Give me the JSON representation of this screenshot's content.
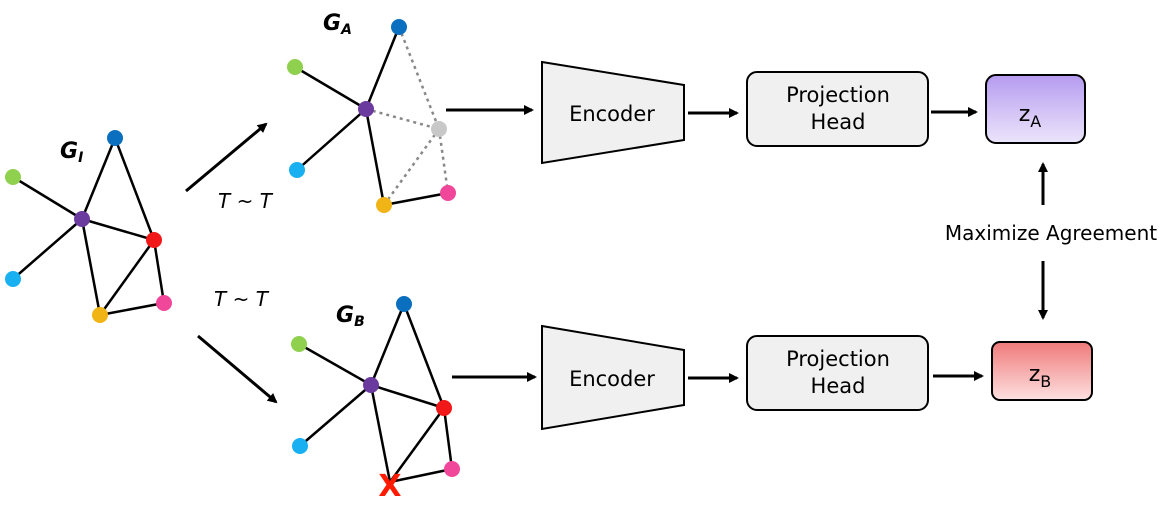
{
  "graphs": {
    "input": {
      "main": "G",
      "sub": "I"
    },
    "view_a": {
      "main": "G",
      "sub": "A"
    },
    "view_b": {
      "main": "G",
      "sub": "B"
    }
  },
  "augmentation_label": "T ~ T",
  "encoder_label": "Encoder",
  "projection_head": {
    "line1": "Projection",
    "line2": "Head"
  },
  "outputs": {
    "a": {
      "main": "z",
      "sub": "A"
    },
    "b": {
      "main": "z",
      "sub": "B"
    }
  },
  "objective_label": "Maximize Agreement",
  "dropped_node_mark": "X",
  "colors": {
    "node_green": "#8fd14f",
    "node_blue": "#0b6fbf",
    "node_cyan": "#18b0f0",
    "node_purple": "#6b3a9e",
    "node_red": "#f01818",
    "node_pink": "#f0479a",
    "node_yellow": "#f0b416",
    "node_gray": "#c8c8c8",
    "box_fill": "#f0f0f0",
    "za_fill_top": "#b59bf0",
    "za_fill_bottom": "#ece5fb",
    "zb_fill_top": "#f07a7a",
    "zb_fill_bottom": "#fde0e0",
    "drop_mark": "#ff1a00"
  }
}
